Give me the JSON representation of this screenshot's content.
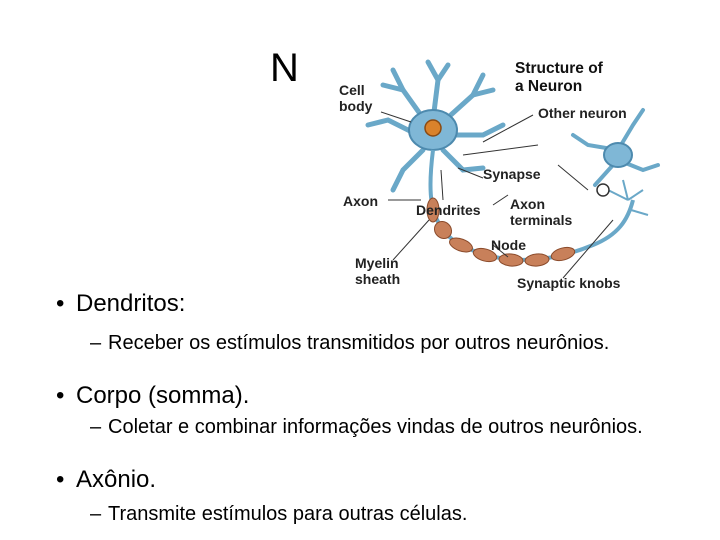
{
  "slide": {
    "title": "N"
  },
  "figure": {
    "heading_line1": "Structure of",
    "heading_line2": "a Neuron",
    "labels": {
      "cell_body_1": "Cell",
      "cell_body_2": "body",
      "other_neuron": "Other neuron",
      "synapse": "Synapse",
      "axon": "Axon",
      "dendrites": "Dendrites",
      "axon_terminals_1": "Axon",
      "axon_terminals_2": "terminals",
      "node": "Node",
      "myelin_1": "Myelin",
      "myelin_2": "sheath",
      "synaptic_knobs": "Synaptic knobs"
    }
  },
  "bullets": [
    {
      "text": "Dendritos:",
      "sub": "Receber os estímulos transmitidos por outros neurônios."
    },
    {
      "text": "Corpo (somma).",
      "sub": "Coletar e combinar informações vindas de outros neurônios."
    },
    {
      "text": "Axônio.",
      "sub": "Transmite estímulos para outras células."
    }
  ],
  "symbols": {
    "bullet": "•",
    "dash": "–"
  }
}
